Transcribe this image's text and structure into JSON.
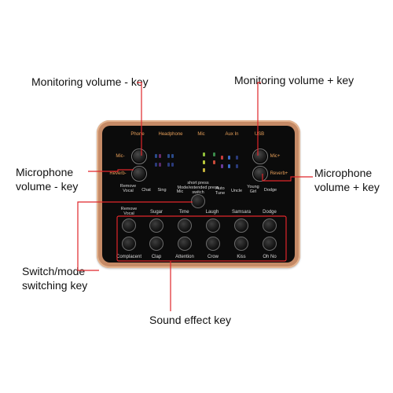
{
  "callouts": {
    "mon_minus": "Monitoring volume - key",
    "mon_plus": "Monitoring volume + key",
    "mic_minus_l1": "Microphone",
    "mic_minus_l2": "volume - key",
    "mic_plus_l1": "Microphone",
    "mic_plus_l2": "volume + key",
    "switch_l1": "Switch/mode",
    "switch_l2": "switching key",
    "sound": "Sound effect key"
  },
  "device": {
    "ports": [
      "Phone",
      "Headphone",
      "Mic",
      "Aux In",
      "USB"
    ],
    "left_knob_labels": [
      "Mic-",
      "Reverb-"
    ],
    "right_knob_labels": [
      "Mic+",
      "Reverb+"
    ],
    "mode_labels": [
      "Remove Vocal",
      "Chat",
      "Sing",
      "Mic",
      "Auto Tune",
      "Uncle",
      "Young Girl",
      "Dodge"
    ],
    "switch_hint": "short press Mode/extended press switch",
    "effect_top": [
      "Remove Vocal",
      "Sugar",
      "Time",
      "Laugh",
      "Samsara",
      "Dodge"
    ],
    "effect_bottom": [
      "Complacent",
      "Clap",
      "Attention",
      "Crow",
      "Kiss",
      "Oh No"
    ]
  },
  "colors": {
    "callout_line": "#e0262a",
    "body": "#c58a66",
    "panel": "#0b0b0b",
    "label_orange": "#e8a05a"
  }
}
